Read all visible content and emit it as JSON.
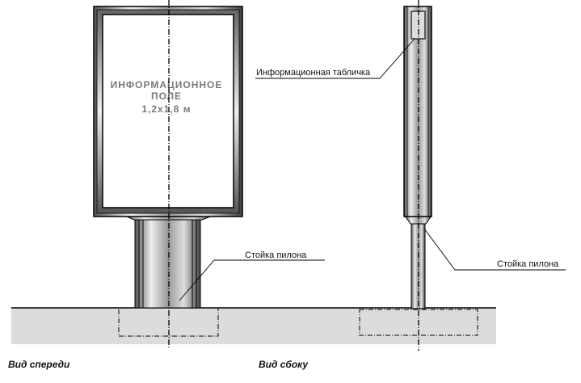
{
  "front_view": {
    "field_line1": "ИНФОРМАЦИОННОЕ",
    "field_line2": "ПОЛЕ",
    "field_size": "1,2x1,8 м",
    "pillar_label": "Стойка пилона",
    "caption": "Вид спереди"
  },
  "side_view": {
    "plate_label": "Информационная табличка",
    "pillar_label": "Стойка пилона",
    "caption": "Вид сбоку"
  }
}
